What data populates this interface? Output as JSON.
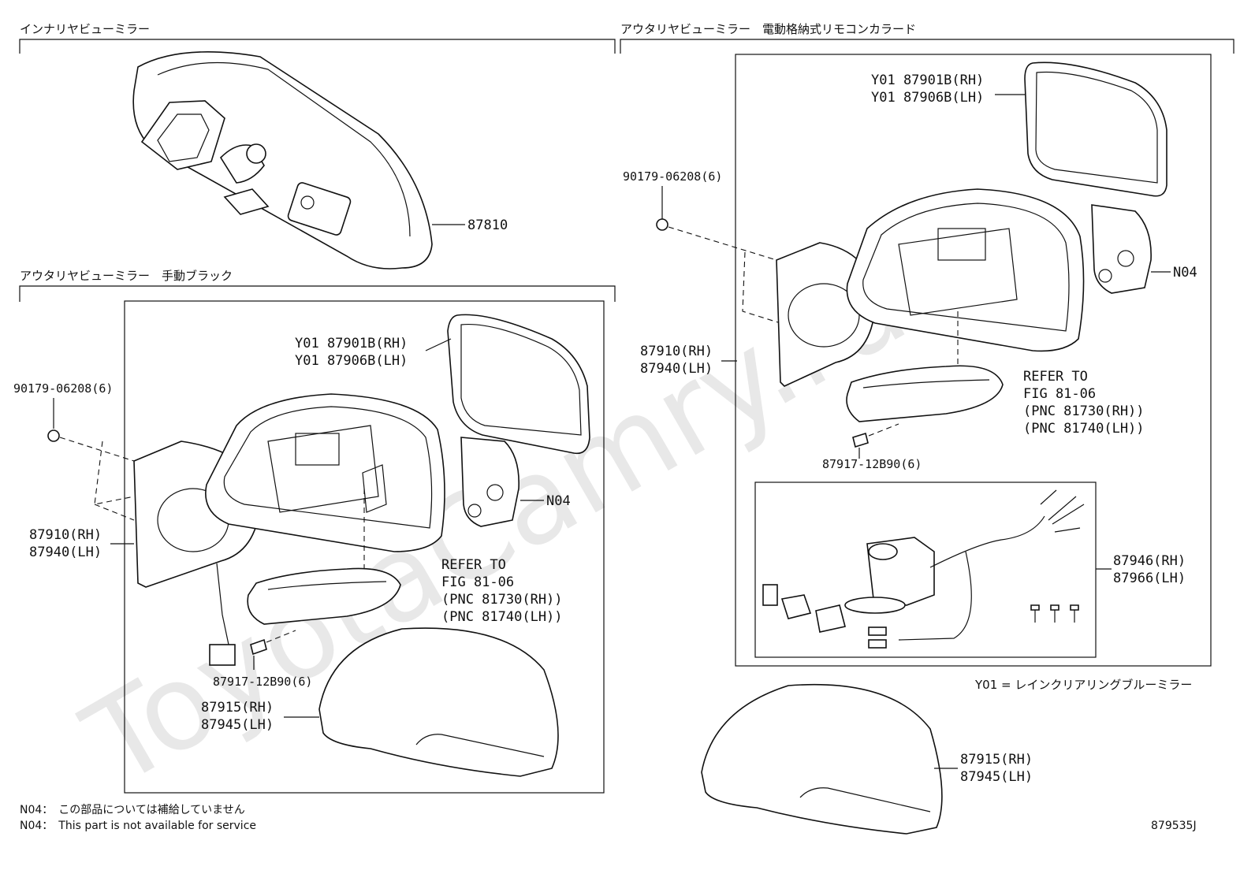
{
  "watermark": "ToyotaCamry.ru",
  "sections": {
    "inner_mirror": {
      "title": "インナリヤビューミラー",
      "part": "87810"
    },
    "manual_mirror": {
      "title": "アウタリヤビューミラー　手動ブラック",
      "mirror_rh": "Y01 87901B(RH)",
      "mirror_lh": "Y01 87906B(LH)",
      "screw": "90179-06208(6)",
      "bracket": "N04",
      "body_rh": "87910(RH)",
      "body_lh": "87940(LH)",
      "refer": [
        "REFER TO",
        "FIG 81-06",
        "(PNC 81730(RH))",
        "(PNC 81740(LH))"
      ],
      "bolt": "87917-12B90(6)",
      "cover_rh": "87915(RH)",
      "cover_lh": "87945(LH)"
    },
    "power_mirror": {
      "title": "アウタリヤビューミラー　電動格納式リモコンカラード",
      "mirror_rh": "Y01 87901B(RH)",
      "mirror_lh": "Y01 87906B(LH)",
      "screw": "90179-06208(6)",
      "bracket": "N04",
      "body_rh": "87910(RH)",
      "body_lh": "87940(LH)",
      "refer": [
        "REFER TO",
        "FIG 81-06",
        "(PNC 81730(RH))",
        "(PNC 81740(LH))"
      ],
      "bolt": "87917-12B90(6)",
      "motor_rh": "87946(RH)",
      "motor_lh": "87966(LH)",
      "cover_rh": "87915(RH)",
      "cover_lh": "87945(LH)"
    }
  },
  "legend_y01": "Y01 = レインクリアリングブルーミラー",
  "notes": {
    "n04_jp": "N04：　この部品については補給していません",
    "n04_en": "N04：　This part is not available for service"
  },
  "figure_code": "879535J"
}
